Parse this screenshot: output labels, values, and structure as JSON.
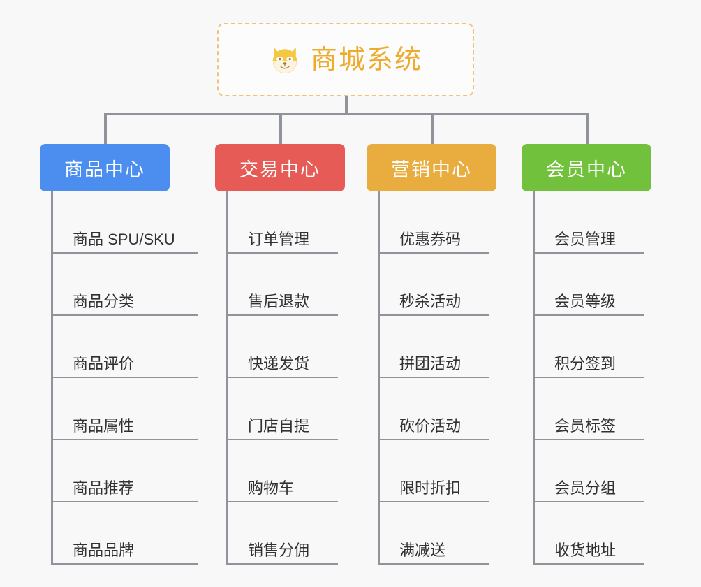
{
  "diagram": {
    "type": "mind-map",
    "background_color": "#f8f8f8",
    "root": {
      "title": "商城系统",
      "icon": "shiba-dog-icon",
      "text_color": "#eeab2e",
      "border_color": "#f2c27a"
    },
    "connector_color": "#909399",
    "branches": [
      {
        "label": "商品中心",
        "color": "#4c8ef0",
        "items": [
          "商品 SPU/SKU",
          "商品分类",
          "商品评价",
          "商品属性",
          "商品推荐",
          "商品品牌"
        ]
      },
      {
        "label": "交易中心",
        "color": "#e75b57",
        "items": [
          "订单管理",
          "售后退款",
          "快递发货",
          "门店自提",
          "购物车",
          "销售分佣"
        ]
      },
      {
        "label": "营销中心",
        "color": "#e9ac3e",
        "items": [
          "优惠券码",
          "秒杀活动",
          "拼团活动",
          "砍价活动",
          "限时折扣",
          "满减送"
        ]
      },
      {
        "label": "会员中心",
        "color": "#72c13c",
        "items": [
          "会员管理",
          "会员等级",
          "积分签到",
          "会员标签",
          "会员分组",
          "收货地址"
        ]
      }
    ]
  }
}
